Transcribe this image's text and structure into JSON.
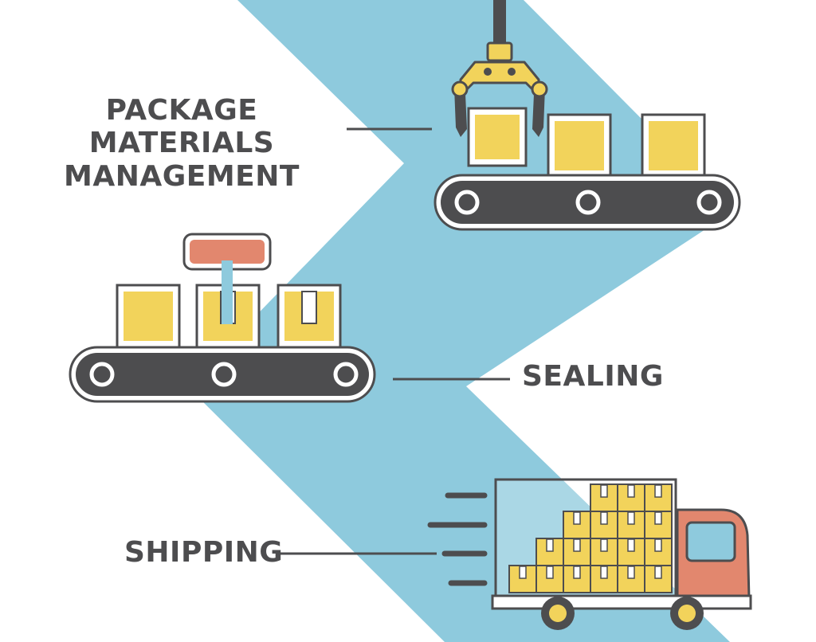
{
  "colors": {
    "band": "#8ecadd",
    "belt": "#4d4d4f",
    "box": "#f2d35b",
    "outline": "#4d4d4f",
    "seal": "#e2876e",
    "cab": "#e2876e",
    "label": "#4d4d4f"
  },
  "stages": [
    {
      "lines": [
        "PACKAGE MATERIALS",
        "MANAGEMENT"
      ],
      "icon": "robot-claw-conveyor-icon"
    },
    {
      "lines": [
        "SEALING"
      ],
      "icon": "tape-sealer-conveyor-icon"
    },
    {
      "lines": [
        "SHIPPING"
      ],
      "icon": "delivery-truck-icon"
    }
  ]
}
